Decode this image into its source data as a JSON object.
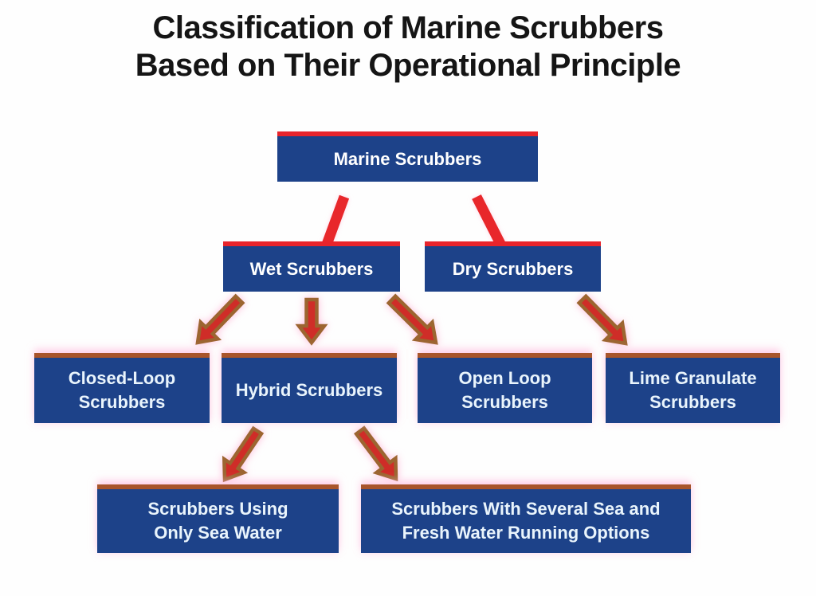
{
  "title": {
    "line1": "Classification of Marine Scrubbers",
    "line2": "Based on Their Operational Principle"
  },
  "colors": {
    "red": "#e8242b",
    "rust": "#a8552b",
    "blue": "#1d4289",
    "ink": "#151515",
    "boxtext": "#ffffff"
  },
  "diagram": {
    "nodes": {
      "marine": {
        "label": "Marine Scrubbers"
      },
      "wet": {
        "label": "Wet Scrubbers"
      },
      "dry": {
        "label": "Dry Scrubbers"
      },
      "closed_loop": {
        "label": "Closed-Loop Scrubbers"
      },
      "hybrid": {
        "label": "Hybrid Scrubbers"
      },
      "open_loop": {
        "label": "Open Loop Scrubbers"
      },
      "lime_granulate": {
        "label": "Lime Granulate Scrubbers"
      },
      "sea_water_only": {
        "label": "Scrubbers Using Only Sea Water"
      },
      "several_options": {
        "label": "Scrubbers With Several Sea and Fresh Water Running Options"
      }
    },
    "edges": [
      {
        "from": "marine",
        "to": "wet"
      },
      {
        "from": "marine",
        "to": "dry"
      },
      {
        "from": "wet",
        "to": "closed_loop"
      },
      {
        "from": "wet",
        "to": "hybrid"
      },
      {
        "from": "wet",
        "to": "open_loop"
      },
      {
        "from": "dry",
        "to": "lime_granulate"
      },
      {
        "from": "hybrid",
        "to": "sea_water_only"
      },
      {
        "from": "hybrid",
        "to": "several_options"
      }
    ]
  }
}
